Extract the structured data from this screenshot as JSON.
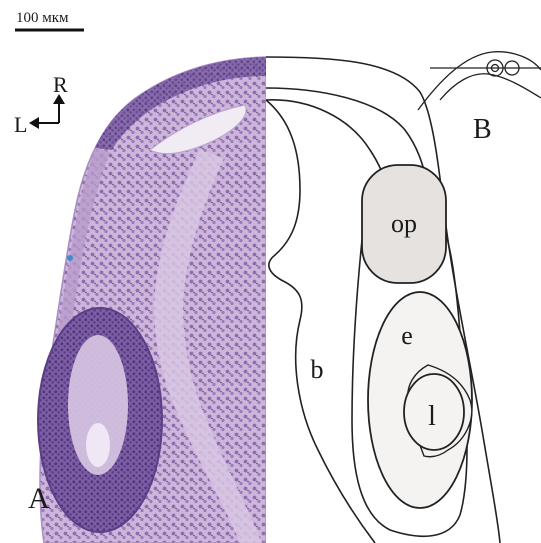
{
  "scale_bar": {
    "label": "100 мкм"
  },
  "orientation": {
    "rostral": "R",
    "lateral": "L"
  },
  "panels": {
    "histology": "A",
    "schematic": "B"
  },
  "structures": {
    "optic": "op",
    "eye": "e",
    "lens": "l",
    "brain": "b"
  },
  "colors": {
    "tissue_base": "#c9b1d6",
    "tissue_dark": "#6b4f93",
    "tissue_nuclei": "#7a5aa3",
    "outline": "#222222",
    "op_fill": "#e6e2df",
    "eye_fill": "#f5f3f1"
  }
}
